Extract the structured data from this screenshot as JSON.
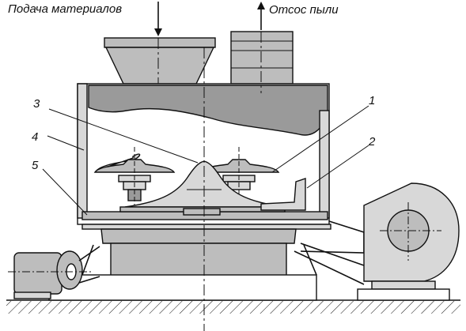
{
  "labels": {
    "feed": "Подача материалов",
    "exhaust": "Отсос пыли"
  },
  "callouts": {
    "n1": "1",
    "n2": "2",
    "n3": "3",
    "n4": "4",
    "n5": "5"
  }
}
